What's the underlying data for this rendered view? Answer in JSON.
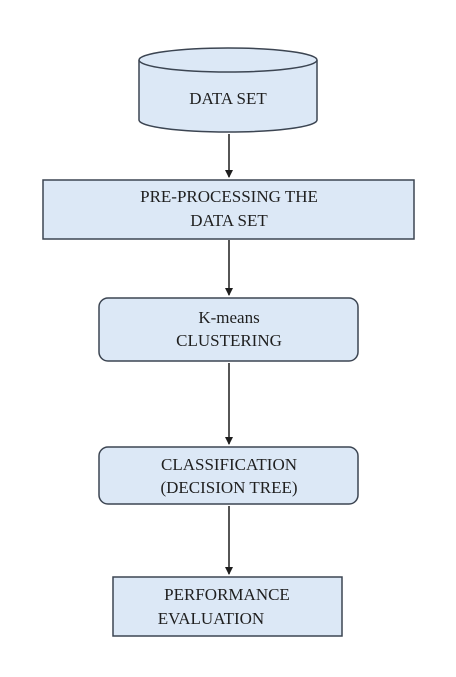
{
  "flowchart": {
    "colors": {
      "fill": "#dce8f6",
      "stroke": "#3c4552",
      "arrow": "#1e1e1e",
      "text": "#1f1f1f"
    },
    "nodes": [
      {
        "id": "dataset",
        "shape": "cylinder",
        "lines": [
          "DATA SET"
        ]
      },
      {
        "id": "preprocessing",
        "shape": "rectangle",
        "lines": [
          "PRE-PROCESSING THE",
          "DATA SET"
        ]
      },
      {
        "id": "kmeans",
        "shape": "rounded-rectangle",
        "lines": [
          "K-means",
          "CLUSTERING"
        ]
      },
      {
        "id": "classification",
        "shape": "rounded-rectangle",
        "lines": [
          "CLASSIFICATION",
          "(DECISION TREE)"
        ]
      },
      {
        "id": "performance",
        "shape": "rectangle",
        "lines": [
          "PERFORMANCE",
          "EVALUATION"
        ]
      }
    ],
    "edges": [
      {
        "from": "dataset",
        "to": "preprocessing"
      },
      {
        "from": "preprocessing",
        "to": "kmeans"
      },
      {
        "from": "kmeans",
        "to": "classification"
      },
      {
        "from": "classification",
        "to": "performance"
      }
    ]
  }
}
